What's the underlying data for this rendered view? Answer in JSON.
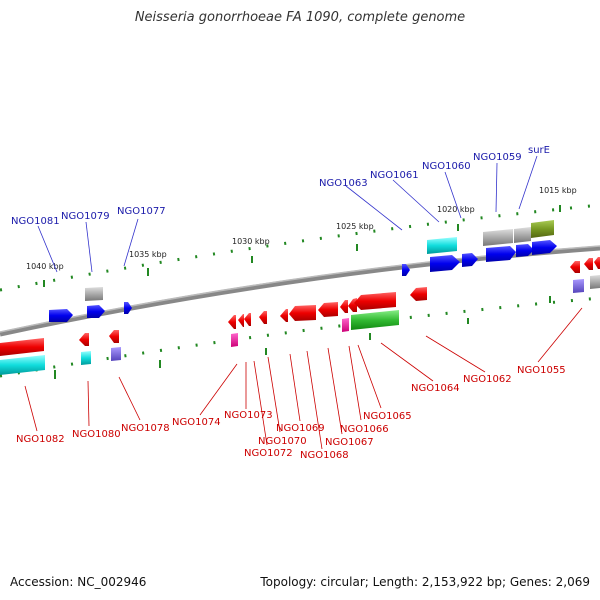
{
  "title": "Neisseria gonorrhoeae FA 1090, complete genome",
  "footer": {
    "accession": "Accession: NC_002946",
    "summary": "Topology: circular; Length: 2,153,922 bp; Genes: 2,069"
  },
  "scale_labels": [
    "1040 kbp",
    "1035 kbp",
    "1030 kbp",
    "1025 kbp",
    "1020 kbp",
    "1015 kbp"
  ],
  "top_gene_labels": [
    "NGO1081",
    "NGO1079",
    "NGO1077",
    "NGO1063",
    "NGO1061",
    "NGO1060",
    "NGO1059",
    "surE"
  ],
  "bottom_gene_labels": [
    "NGO1082",
    "NGO1080",
    "NGO1078",
    "NGO1074",
    "NGO1073",
    "NGO1072",
    "NGO1070",
    "NGO1069",
    "NGO1068",
    "NGO1067",
    "NGO1066",
    "NGO1065",
    "NGO1064",
    "NGO1062",
    "NGO1055"
  ],
  "colors": {
    "forward_gene": "#0000ee",
    "reverse_gene": "#ee0000",
    "backbone": "#888888",
    "tick": "#228822",
    "top_label": "#1a1aaa",
    "bottom_label": "#cc0000"
  }
}
